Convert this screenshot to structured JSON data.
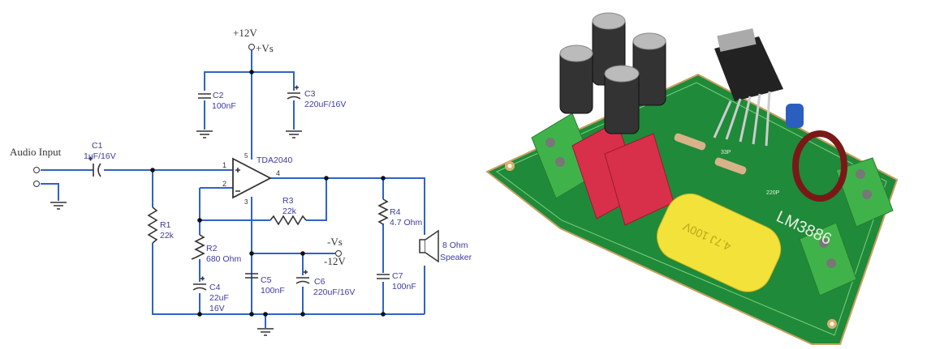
{
  "schematic": {
    "input_label": "Audio Input",
    "supply_pos": "+12V",
    "supply_pos_node": "+Vs",
    "supply_neg_node": "-Vs",
    "supply_neg": "-12V",
    "ic": {
      "name": "TDA2040",
      "pins": [
        "1",
        "2",
        "4",
        "5",
        "3"
      ]
    },
    "components": {
      "C1": {
        "ref": "C1",
        "value": "1uF/16V"
      },
      "C2": {
        "ref": "C2",
        "value": "100nF"
      },
      "C3": {
        "ref": "C3",
        "value": "220uF/16V"
      },
      "C4": {
        "ref": "C4",
        "value": "22uF",
        "value2": "16V"
      },
      "C5": {
        "ref": "C5",
        "value": "100nF"
      },
      "C6": {
        "ref": "C6",
        "value": "220uF/16V"
      },
      "C7": {
        "ref": "C7",
        "value": "100nF"
      },
      "R1": {
        "ref": "R1",
        "value": "22k"
      },
      "R2": {
        "ref": "R2",
        "value": "680 Ohm"
      },
      "R3": {
        "ref": "R3",
        "value": "22k"
      },
      "R4": {
        "ref": "R4",
        "value": "4.7 Ohm"
      },
      "SPK": {
        "value": "8 Ohm",
        "value2": "Speaker"
      }
    },
    "colors": {
      "wire": "#2f63c8",
      "label": "#3b3ba0"
    }
  },
  "photo": {
    "board_markings": [
      "LM3886",
      "33P",
      "220P",
      "4.7J 100V"
    ],
    "colors": {
      "pcb": "#1f8a3a",
      "terminal": "#3fb34a",
      "film_cap": "#d8304a",
      "axial_cap": "#f2e23a"
    }
  }
}
